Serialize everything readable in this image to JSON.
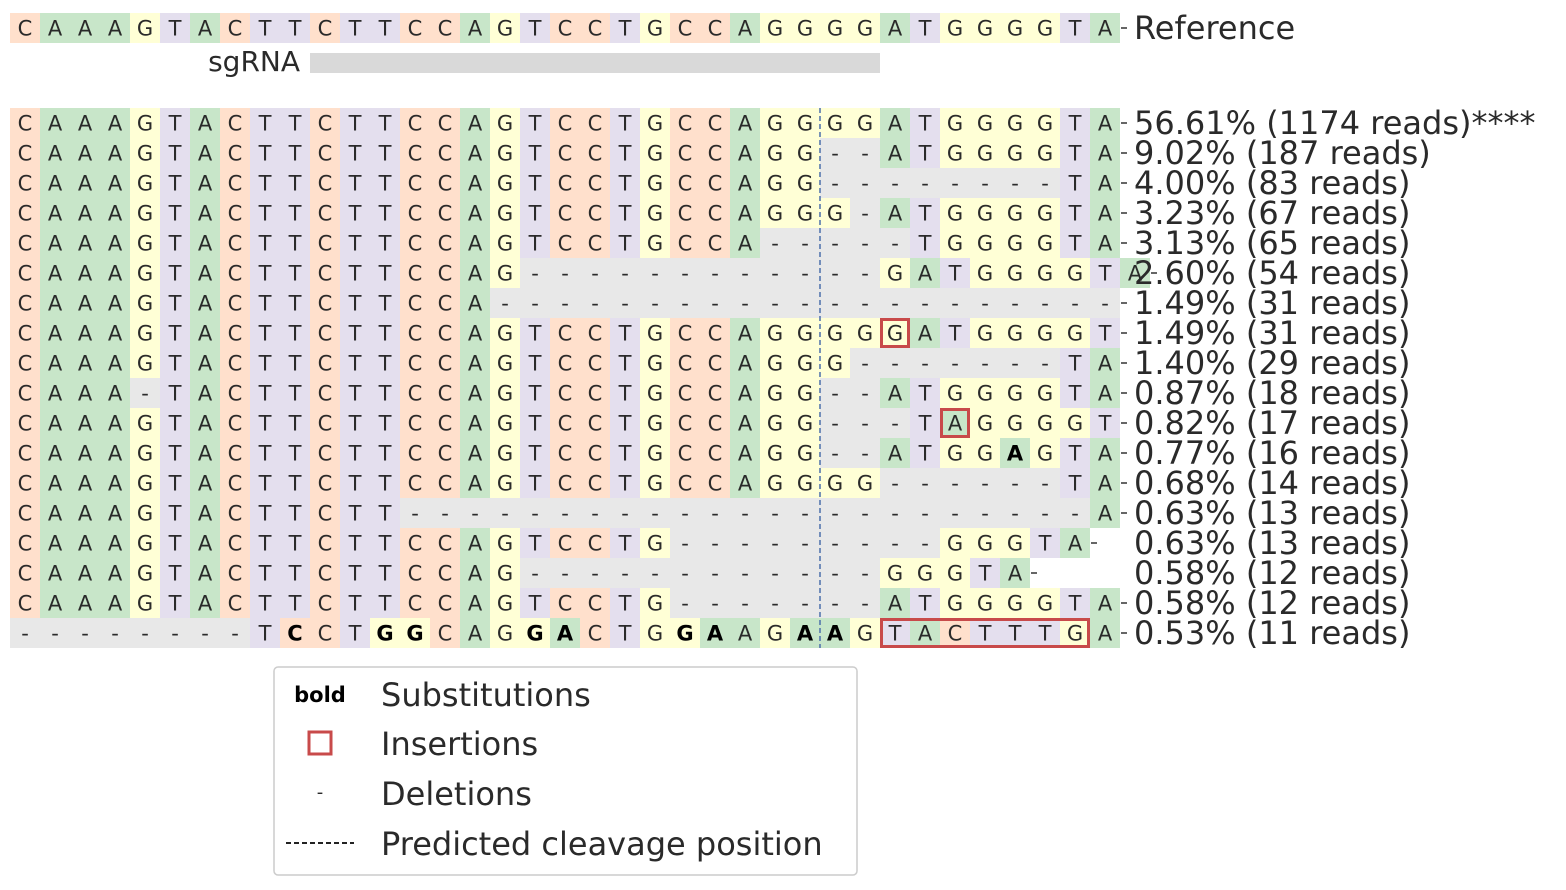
{
  "reference": {
    "label": "Reference",
    "sequence": "CAAAGTACTTCTTCCAGTCCTGCCAGGGGATGGGGTA"
  },
  "sgrna": {
    "label": "sgRNA",
    "start_index": 10,
    "end_index": 29
  },
  "cleavage_index": 27,
  "colors": {
    "A": "#c8e6c9",
    "C": "#ffe0cc",
    "G": "#ffffd6",
    "T": "#e4dfee",
    "deletion": "#e8e8e8",
    "sgrna_bar": "#d9d9d9",
    "insertion_box": "#c84a4a",
    "cleavage_line": "#4a6faa"
  },
  "alleles": [
    {
      "seq": "CAAAGTACTTCTTCCAGTCCTGCCAGGGGATGGGGTA",
      "label": "56.61% (1174 reads)****",
      "bold": [],
      "ins": []
    },
    {
      "seq": "CAAAGTACTTCTTCCAGTCCTGCCAGG--ATGGGGTA",
      "label": "9.02% (187 reads)",
      "bold": [],
      "ins": []
    },
    {
      "seq": "CAAAGTACTTCTTCCAGTCCTGCCAGG--------TA",
      "label": "4.00% (83 reads)",
      "bold": [],
      "ins": []
    },
    {
      "seq": "CAAAGTACTTCTTCCAGTCCTGCCAGGG-ATGGGGTA",
      "label": "3.23% (67 reads)",
      "bold": [],
      "ins": []
    },
    {
      "seq": "CAAAGTACTTCTTCCAGTCCTGCCA-----TGGGGTA",
      "label": "3.13% (65 reads)",
      "bold": [],
      "ins": []
    },
    {
      "seq": "CAAAGTACTTCTTCCAG------------GATGGGGTA",
      "label": "2.60% (54 reads)",
      "bold": [],
      "ins": []
    },
    {
      "seq": "CAAAGTACTTCTTCCA---------------------",
      "label": "1.49% (31 reads)",
      "bold": [],
      "ins": []
    },
    {
      "seq": "CAAAGTACTTCTTCCAGTCCTGCCAGGGGGATGGGGT",
      "label": "1.49% (31 reads)",
      "bold": [],
      "ins": [
        [
          29,
          29
        ]
      ]
    },
    {
      "seq": "CAAAGTACTTCTTCCAGTCCTGCCAGGG-------TA",
      "label": "1.40% (29 reads)",
      "bold": [],
      "ins": []
    },
    {
      "seq": "CAAA-TACTTCTTCCAGTCCTGCCAGG--ATGGGGTA",
      "label": "0.87% (18 reads)",
      "bold": [],
      "ins": []
    },
    {
      "seq": "CAAAGTACTTCTTCCAGTCCTGCCAGG---TAGGGGT",
      "label": "0.82% (17 reads)",
      "bold": [],
      "ins": [
        [
          31,
          31
        ]
      ]
    },
    {
      "seq": "CAAAGTACTTCTTCCAGTCCTGCCAGG--ATGGAGTA",
      "label": "0.77% (16 reads)",
      "bold": [
        33
      ],
      "ins": []
    },
    {
      "seq": "CAAAGTACTTCTTCCAGTCCTGCCAGGGG------TA",
      "label": "0.68% (14 reads)",
      "bold": [],
      "ins": []
    },
    {
      "seq": "CAAAGTACTTCTT-----------------------A",
      "label": "0.63% (13 reads)",
      "bold": [],
      "ins": []
    },
    {
      "seq": "CAAAGTACTTCTTCCAGTCCTG---------GGGTA",
      "label": "0.63% (13 reads)",
      "bold": [],
      "ins": []
    },
    {
      "seq": "CAAAGTACTTCTTCCAG------------GGGTA",
      "label": "0.58% (12 reads)",
      "bold": [],
      "ins": []
    },
    {
      "seq": "CAAAGTACTTCTTCCAGTCCTG-------ATGGGGTA",
      "label": "0.58% (12 reads)",
      "bold": [],
      "ins": []
    },
    {
      "seq": "--------TCCTGGCAGGACTGGAAGAAGTACTTTGA",
      "label": "0.53% (11 reads)",
      "bold": [
        9,
        12,
        13,
        17,
        18,
        22,
        23,
        26,
        27
      ],
      "ins": [
        [
          29,
          35
        ]
      ]
    }
  ],
  "legend": {
    "bold_marker": "bold",
    "items": [
      {
        "key": "bold",
        "label": "Substitutions"
      },
      {
        "key": "insertion",
        "label": "Insertions"
      },
      {
        "key": "deletion",
        "label": "Deletions",
        "marker": "-"
      },
      {
        "key": "cleavage",
        "label": "Predicted cleavage position"
      }
    ]
  }
}
